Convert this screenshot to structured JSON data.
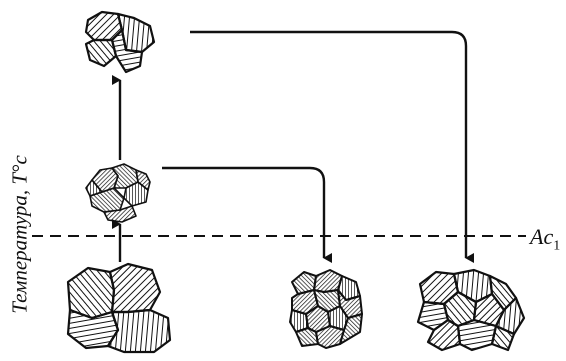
{
  "axis": {
    "y_label": "Температура, T°c"
  },
  "critical_line": {
    "label": "Ac",
    "subscript": "1"
  },
  "stages": [
    {
      "id": "initial",
      "grain_size": "coarse"
    },
    {
      "id": "heated-above-ac1",
      "grain_size": "fine"
    },
    {
      "id": "overheated",
      "grain_size": "coarse"
    },
    {
      "id": "cooled-from-fine",
      "grain_size": "fine"
    },
    {
      "id": "cooled-from-overheated",
      "grain_size": "coarse"
    }
  ],
  "colors": {
    "ink": "#111111",
    "background": "#ffffff"
  }
}
